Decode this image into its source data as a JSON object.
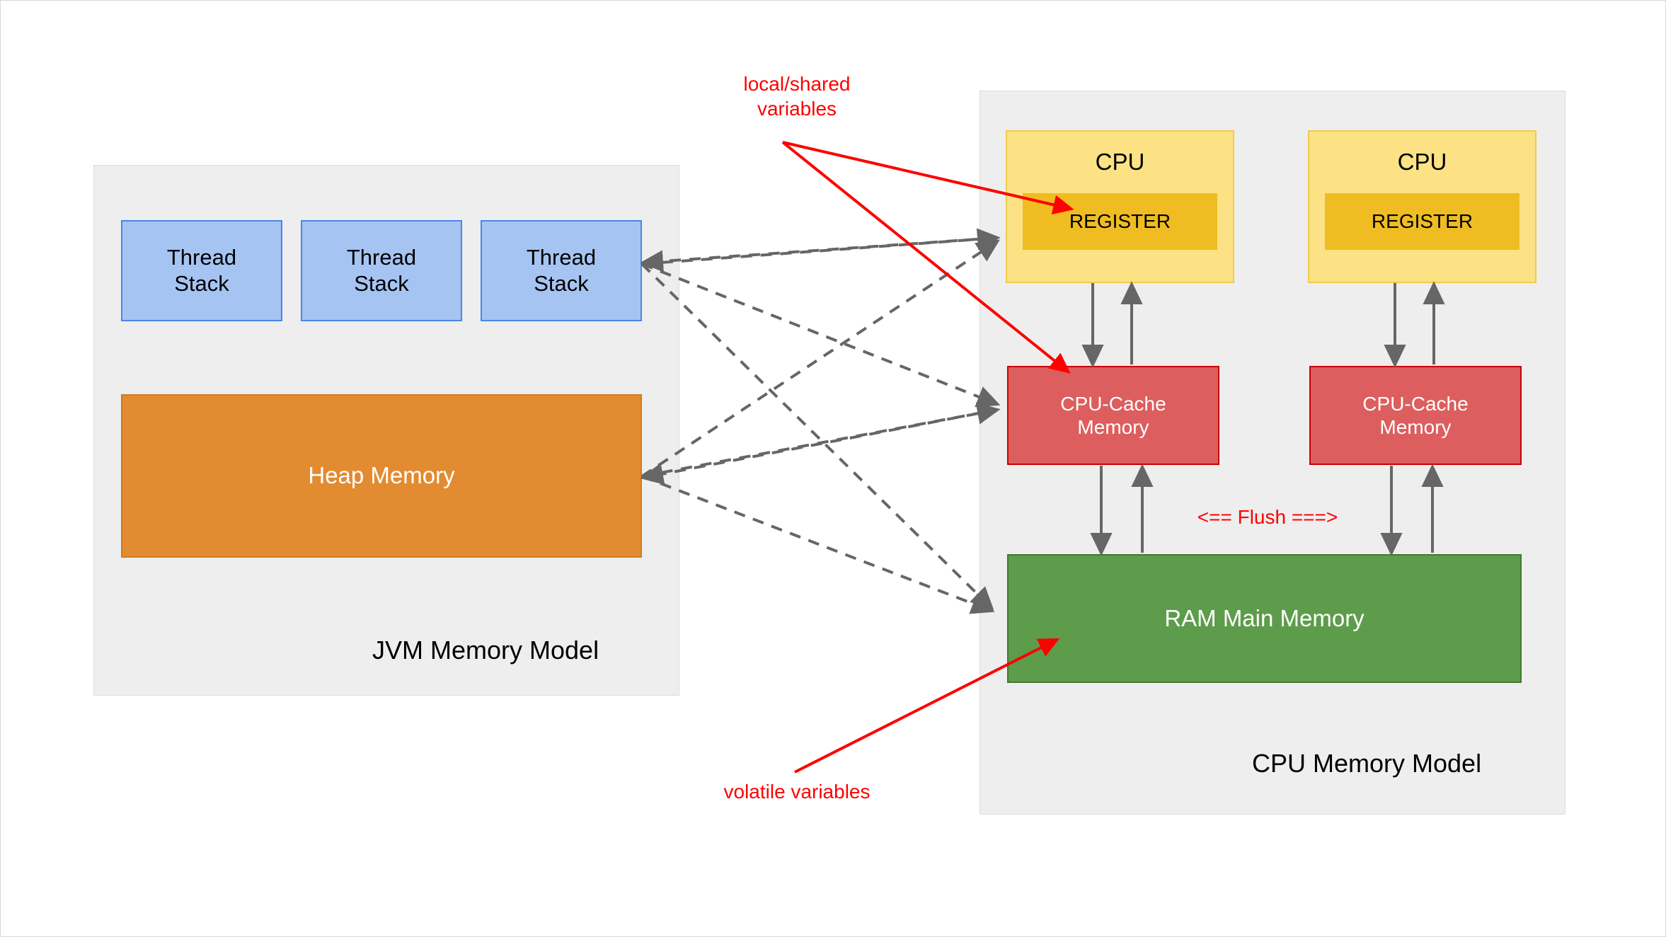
{
  "diagram": {
    "title_hidden": "",
    "jvm": {
      "caption": "JVM Memory Model",
      "thread_stacks": [
        {
          "label": "Thread\nStack"
        },
        {
          "label": "Thread\nStack"
        },
        {
          "label": "Thread\nStack"
        }
      ],
      "heap": {
        "label": "Heap Memory"
      }
    },
    "cpu": {
      "caption": "CPU Memory Model",
      "cpus": [
        {
          "label": "CPU",
          "register_label": "REGISTER"
        },
        {
          "label": "CPU",
          "register_label": "REGISTER"
        }
      ],
      "caches": [
        {
          "label": "CPU-Cache\nMemory"
        },
        {
          "label": "CPU-Cache\nMemory"
        }
      ],
      "ram": {
        "label": "RAM Main Memory"
      }
    },
    "annotations": {
      "local_shared": "local/shared\nvariables",
      "volatile": "volatile variables",
      "flush": "<== Flush ===>"
    },
    "colors": {
      "thread_stack_fill": "#a6c4f2",
      "thread_stack_border": "#4a86e8",
      "heap_fill": "#e28b30",
      "heap_border": "#d07c1f",
      "cpu_fill": "#fce285",
      "cpu_border": "#f2cb4d",
      "register_fill": "#efbd21",
      "cache_fill": "#dd5e5e",
      "cache_border": "#cc0000",
      "ram_fill": "#5d9c4b",
      "ram_border": "#3f7a2e",
      "container_fill": "#eeeeee",
      "container_border": "#dcdcdc",
      "annotation_red": "#ff0000",
      "dashed_arrow_gray": "#666666",
      "solid_arrow_gray": "#666666"
    }
  }
}
